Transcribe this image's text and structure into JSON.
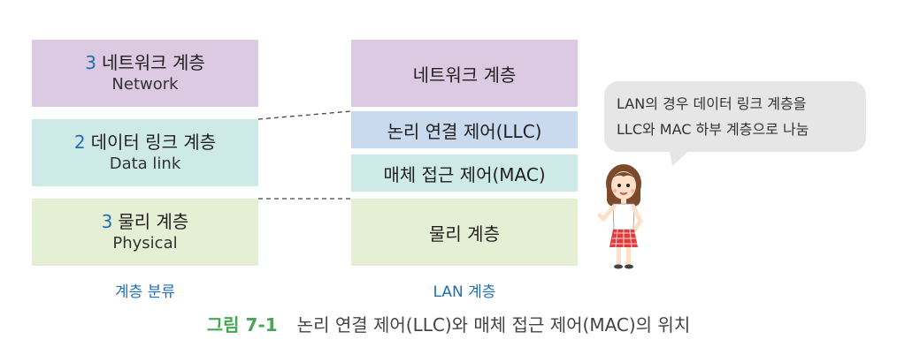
{
  "left_column": {
    "layers": [
      {
        "number": "3",
        "title": "네트워크 계층",
        "subtitle": "Network",
        "color": "#dcc9e2"
      },
      {
        "number": "2",
        "title": "데이터 링크 계층",
        "subtitle": "Data link",
        "color": "#cdeae6"
      },
      {
        "number": "3",
        "title": "물리 계층",
        "subtitle": "Physical",
        "color": "#e5efd3"
      }
    ],
    "label": "계층 분류"
  },
  "right_column": {
    "layers": [
      {
        "title": "네트워크 계층",
        "color": "#dcc9e2"
      },
      {
        "title": "논리 연결 제어(LLC)",
        "color": "#c9d9ee"
      },
      {
        "title": "매체 접근 제어(MAC)",
        "color": "#cdeae6"
      },
      {
        "title": "물리 계층",
        "color": "#e5efd3"
      }
    ],
    "label": "LAN 계층"
  },
  "speech_bubble": {
    "line1": "LAN의 경우 데이터 링크 계층을",
    "line2": "LLC와 MAC 하부 계층으로 나눔"
  },
  "figure_caption": {
    "label": "그림 7-1",
    "text": "논리 연결 제어(LLC)와 매체 접근 제어(MAC)의 위치"
  }
}
